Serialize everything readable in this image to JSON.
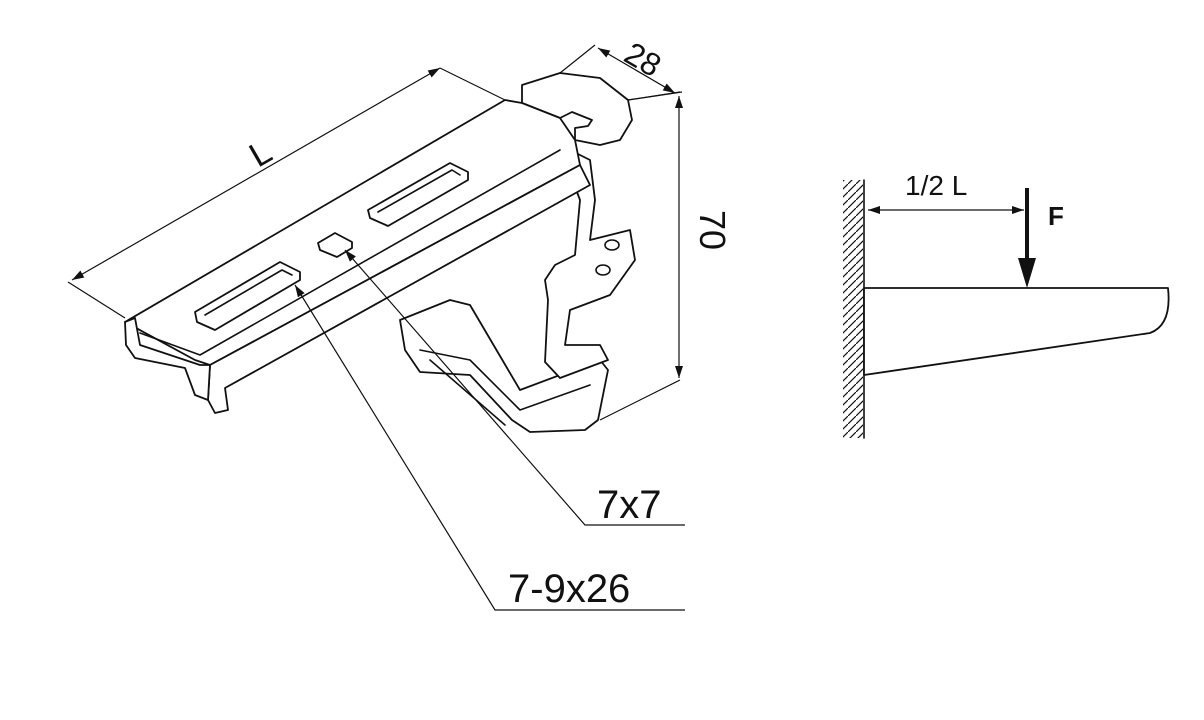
{
  "bracket_view": {
    "length_label": "L",
    "width_label": "28",
    "height_label": "70",
    "square_hole_label": "7x7",
    "slot_hole_label": "7-9x26"
  },
  "load_diagram": {
    "distance_label": "1/2 L",
    "force_label": "F"
  }
}
